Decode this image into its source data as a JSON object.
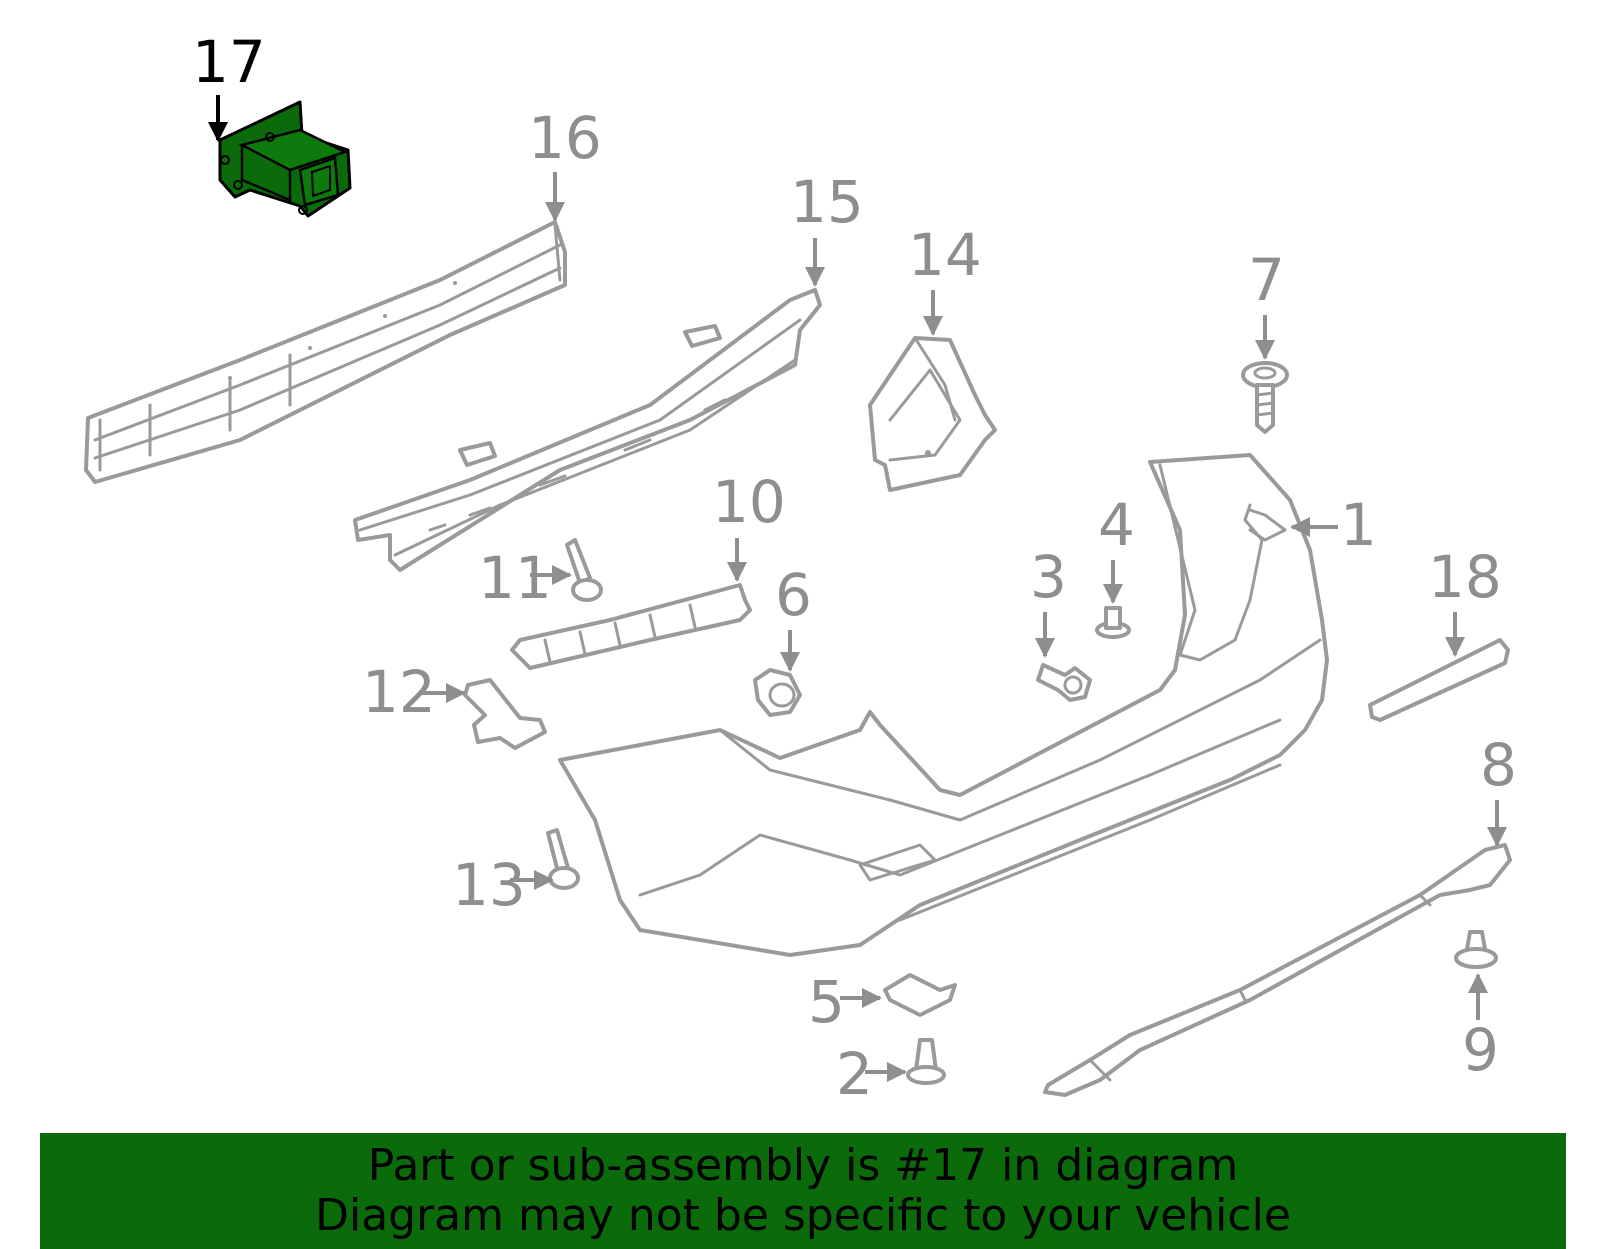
{
  "diagram": {
    "highlight_color": "#0b6b0b",
    "callout_color": "#8e8e8e",
    "highlighted_part": "17",
    "callouts": [
      "1",
      "2",
      "3",
      "4",
      "5",
      "6",
      "7",
      "8",
      "9",
      "10",
      "11",
      "12",
      "13",
      "14",
      "15",
      "16",
      "17",
      "18"
    ]
  },
  "banner": {
    "line1": "Part or sub-assembly is #17 in diagram",
    "line2": "Diagram may not be specific to your vehicle",
    "background": "#0b6b0b"
  }
}
